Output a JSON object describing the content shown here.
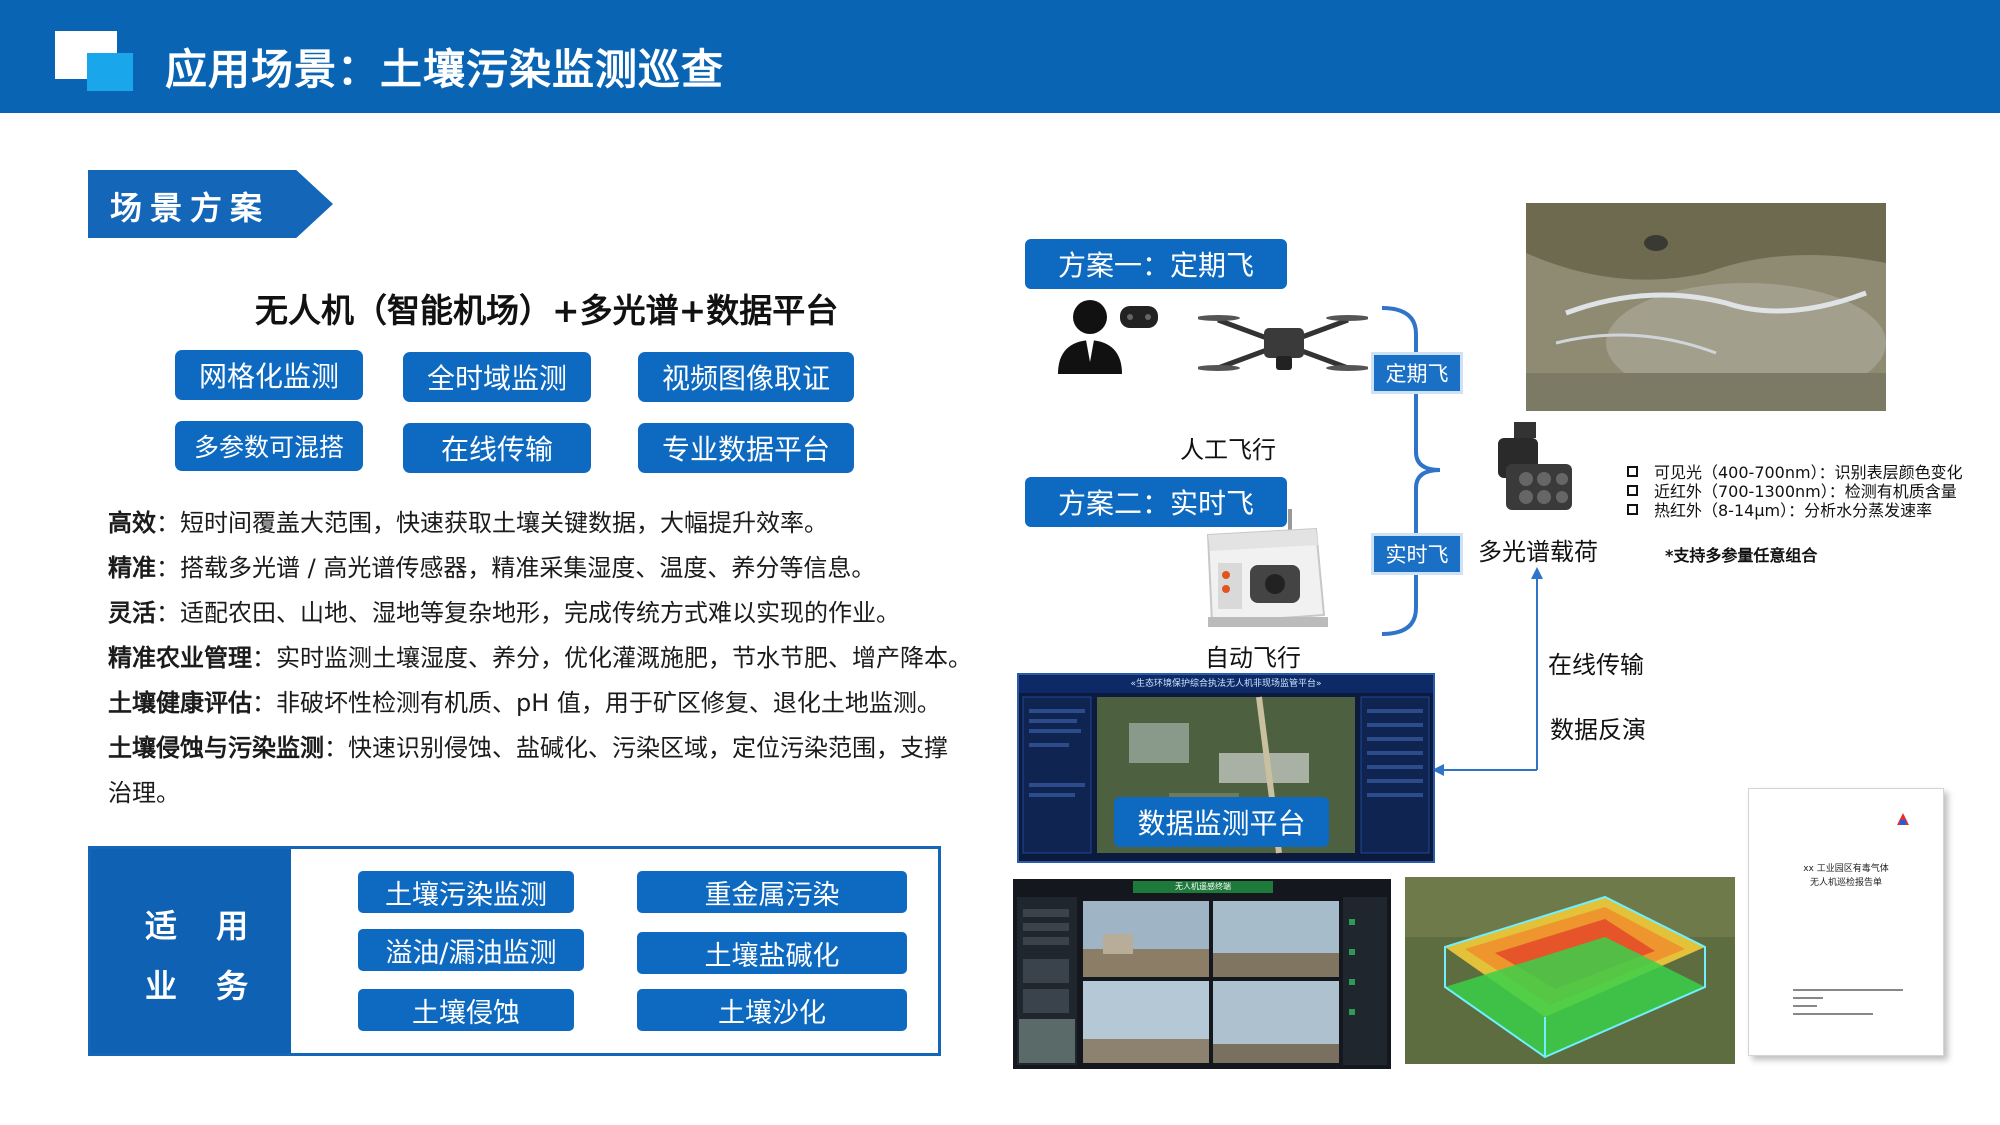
{
  "header": {
    "title": "应用场景：土壤污染监测巡查"
  },
  "section": {
    "label": "场景方案"
  },
  "main_heading": "无人机（智能机场）+多光谱+数据平台",
  "features": [
    "网格化监测",
    "全时域监测",
    "视频图像取证",
    "多参数可混搭",
    "在线传输",
    "专业数据平台"
  ],
  "descriptions": [
    {
      "term": "高效",
      "text": "：短时间覆盖大范围，快速获取土壤关键数据，大幅提升效率。"
    },
    {
      "term": "精准",
      "text": "：搭载多光谱 / 高光谱传感器，精准采集湿度、温度、养分等信息。"
    },
    {
      "term": "灵活",
      "text": "：适配农田、山地、湿地等复杂地形，完成传统方式难以实现的作业。"
    },
    {
      "term": "精准农业管理",
      "text": "：实时监测土壤湿度、养分，优化灌溉施肥，节水节肥、增产降本。"
    },
    {
      "term": "土壤健康评估",
      "text": "：非破坏性检测有机质、pH 值，用于矿区修复、退化土地监测。"
    },
    {
      "term": "土壤侵蚀与污染监测",
      "text": "：快速识别侵蚀、盐碱化、污染区域，定位污染范围，支撑"
    },
    {
      "term": "",
      "text": "治理。"
    }
  ],
  "business": {
    "label_line1": "适 用",
    "label_line2": "业 务",
    "items": [
      "土壤污染监测",
      "重金属污染",
      "溢油/漏油监测",
      "土壤盐碱化",
      "土壤侵蚀",
      "土壤沙化"
    ]
  },
  "scheme": {
    "plan1": "方案一：定期飞",
    "plan2": "方案二：实时飞",
    "manual_caption": "人工飞行",
    "auto_caption": "自动飞行",
    "periodic_label": "定期飞",
    "realtime_label": "实时飞",
    "payload_caption": "多光谱载荷",
    "online_transfer": "在线传输",
    "data_inversion": "数据反演",
    "platform_label": "数据监测平台",
    "platform_header": "«生态环境保护综合执法无人机非现场监管平台»",
    "video_header": "无人机遥感终端",
    "report_title_line1": "xx 工业园区有毒气体",
    "report_title_line2": "无人机巡检报告单"
  },
  "specs": [
    "可见光（400-700nm）：识别表层颜色变化",
    "近红外（700-1300nm）：检测有机质含量",
    "热红外（8-14μm）：分析水分蒸发速率"
  ],
  "spec_note": "*支持多参量任意组合",
  "colors": {
    "brand_blue": "#0a64b4",
    "accent_blue": "#19a6ea",
    "button_blue": "#0e6ac0"
  }
}
